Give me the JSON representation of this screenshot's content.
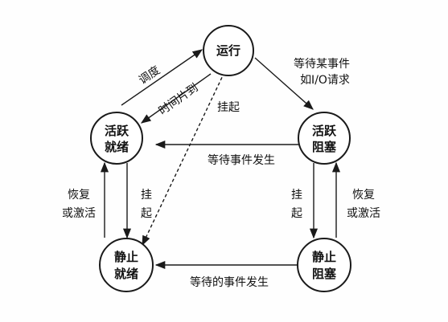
{
  "states": {
    "running": {
      "lines": [
        "运行"
      ]
    },
    "active_ready": {
      "lines": [
        "活跃",
        "就绪"
      ]
    },
    "active_blocked": {
      "lines": [
        "活跃",
        "阻塞"
      ]
    },
    "static_ready": {
      "lines": [
        "静止",
        "就绪"
      ]
    },
    "static_blocked": {
      "lines": [
        "静止",
        "阻塞"
      ]
    }
  },
  "transitions": {
    "dispatch": "调度",
    "time_slice_expired": "时间片到",
    "wait_for_event": [
      "等待某事件",
      "如I/O请求"
    ],
    "suspend_running": "挂起",
    "event_occurs": "等待事件发生",
    "suspend_ready": [
      "挂",
      "起"
    ],
    "resume_ready": [
      "恢复",
      "或激活"
    ],
    "suspend_blocked": [
      "挂",
      "起"
    ],
    "resume_blocked": [
      "恢复",
      "或激活"
    ],
    "event_occurs_static": "等待的事件发生"
  }
}
